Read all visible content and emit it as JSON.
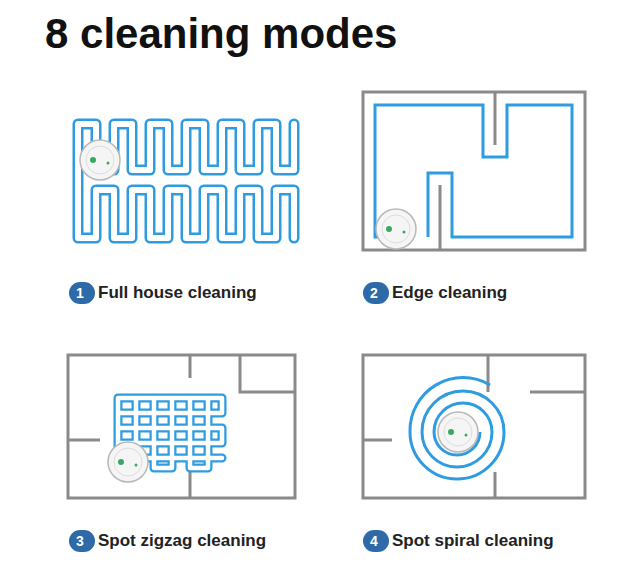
{
  "diagram": {
    "title": "8 cleaning modes",
    "nodes": [
      {
        "text": [
          "1"
        ]
      },
      {
        "text": [
          "2"
        ]
      },
      {
        "text": [
          "3"
        ]
      },
      {
        "text": [
          "4"
        ]
      }
    ],
    "labels": [
      "Full house cleaning",
      "Edge cleaning",
      "Spot zigzag cleaning",
      "Spot spiral cleaning"
    ]
  }
}
